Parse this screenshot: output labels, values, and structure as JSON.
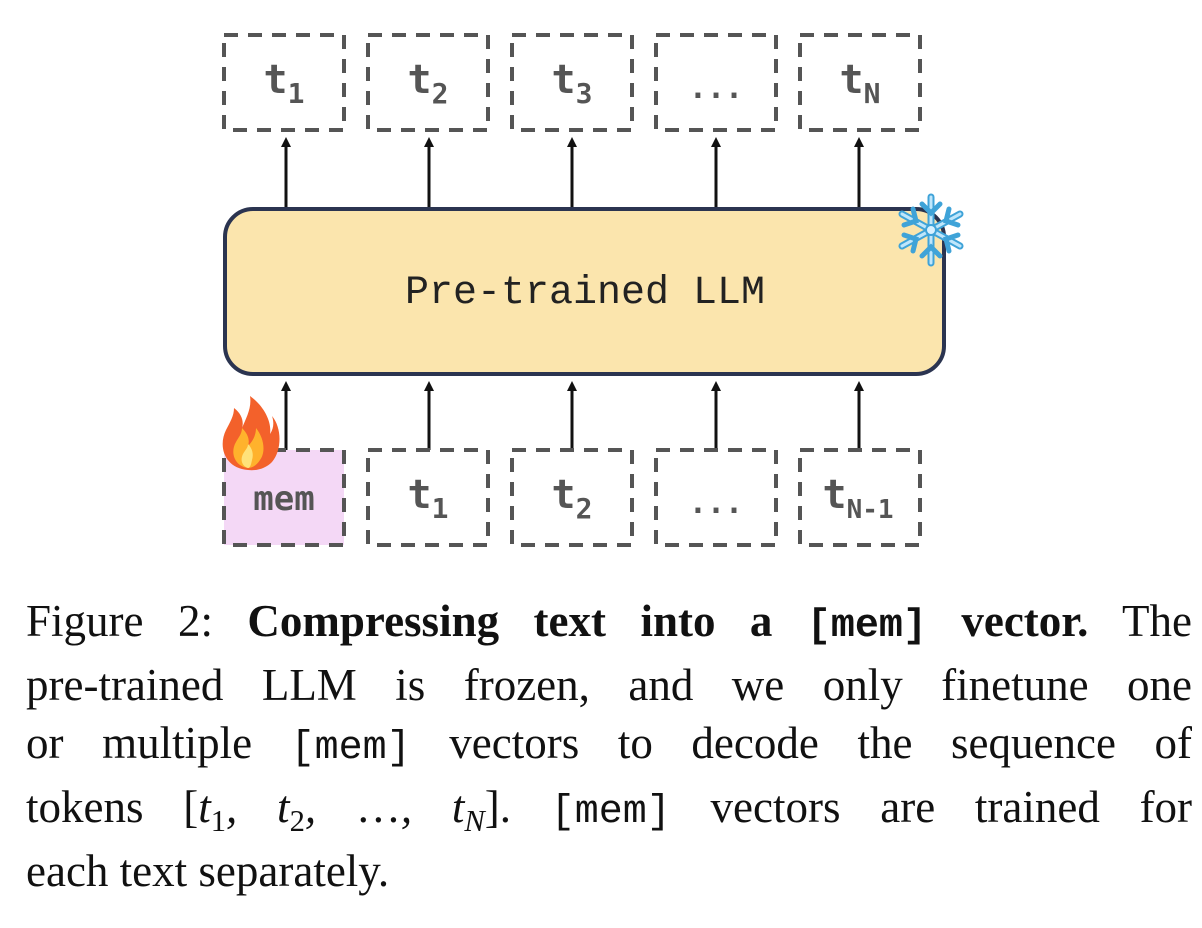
{
  "figure": {
    "output_tokens": [
      {
        "base": "t",
        "sub": "1"
      },
      {
        "base": "t",
        "sub": "2"
      },
      {
        "base": "t",
        "sub": "3"
      },
      {
        "base": "...",
        "sub": ""
      },
      {
        "base": "t",
        "sub": "N"
      }
    ],
    "model_label": "Pre-trained LLM",
    "frozen_icon": "snowflake-icon",
    "trainable_icon": "fire-icon",
    "input_tokens": [
      {
        "base": "mem",
        "sub": ""
      },
      {
        "base": "t",
        "sub": "1"
      },
      {
        "base": "t",
        "sub": "2"
      },
      {
        "base": "...",
        "sub": ""
      },
      {
        "base": "t",
        "sub": "N-1"
      }
    ],
    "colors": {
      "llm_fill": "#fbe5ad",
      "llm_stroke": "#2b3450",
      "mem_fill": "#f4d8f6",
      "dash_stroke": "#555555"
    }
  },
  "caption": {
    "prefix": "Figure 2: ",
    "bold_part1": "Compressing text into a ",
    "bold_mono": "[mem]",
    "bold_part2": " vector.",
    "line1_tail": " The",
    "line2": "pre-trained LLM is frozen, and we only finetune one",
    "line3_a": "or multiple ",
    "line3_mono": "[mem]",
    "line3_b": " vectors to decode the sequence of",
    "line4_a": "tokens ",
    "line4_math_open": "[",
    "line4_t": "t",
    "sub1": "1",
    "sub2": "2",
    "subN": "N",
    "line4_dots": "…",
    "line4_math_close": "]",
    "line4_after_math": ".  ",
    "line4_mono": "[mem]",
    "line4_b": " vectors are trained for",
    "line5": "each text separately."
  }
}
